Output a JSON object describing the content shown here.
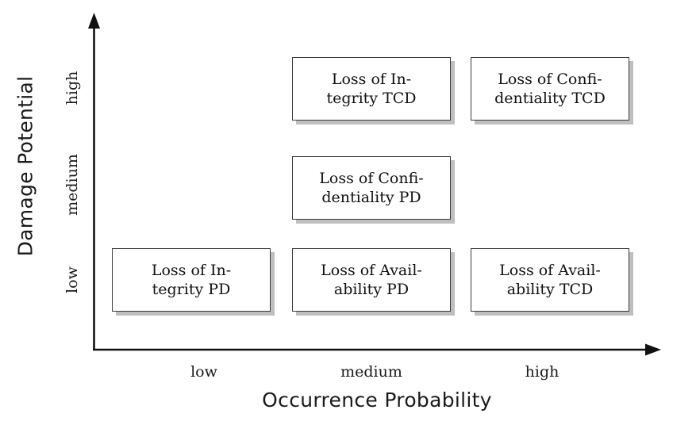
{
  "chart_data": {
    "type": "table",
    "title": "",
    "xlabel": "Occurrence Probability",
    "ylabel": "Damage Potential",
    "x_categories": [
      "low",
      "medium",
      "high"
    ],
    "y_categories": [
      "low",
      "medium",
      "high"
    ],
    "grid": false,
    "legend": "none",
    "cells": [
      {
        "x": "medium",
        "y": "high",
        "line1": "Loss of In-",
        "line2": "tegrity TCD",
        "text": "Loss of Integrity TCD"
      },
      {
        "x": "high",
        "y": "high",
        "line1": "Loss of Confi-",
        "line2": "dentiality TCD",
        "text": "Loss of Confidentiality TCD"
      },
      {
        "x": "medium",
        "y": "medium",
        "line1": "Loss of Confi-",
        "line2": "dentiality PD",
        "text": "Loss of Confidentiality PD"
      },
      {
        "x": "low",
        "y": "low",
        "line1": "Loss of In-",
        "line2": "tegrity PD",
        "text": "Loss of Integrity PD"
      },
      {
        "x": "medium",
        "y": "low",
        "line1": "Loss of Avail-",
        "line2": "ability PD",
        "text": "Loss of Availability PD"
      },
      {
        "x": "high",
        "y": "low",
        "line1": "Loss of Avail-",
        "line2": "ability TCD",
        "text": "Loss of Availability TCD"
      }
    ]
  },
  "axes": {
    "y_title": "Damage Potential",
    "x_title": "Occurrence Probability",
    "y_ticks": {
      "high": "high",
      "medium": "medium",
      "low": "low"
    },
    "x_ticks": {
      "low": "low",
      "medium": "medium",
      "high": "high"
    }
  },
  "colors": {
    "axis": "#111111",
    "box_border": "#3a3a3a",
    "box_fill": "#ffffff",
    "box_shadow": "#bfbfbf",
    "background": "#ffffff",
    "text": "#111111"
  }
}
